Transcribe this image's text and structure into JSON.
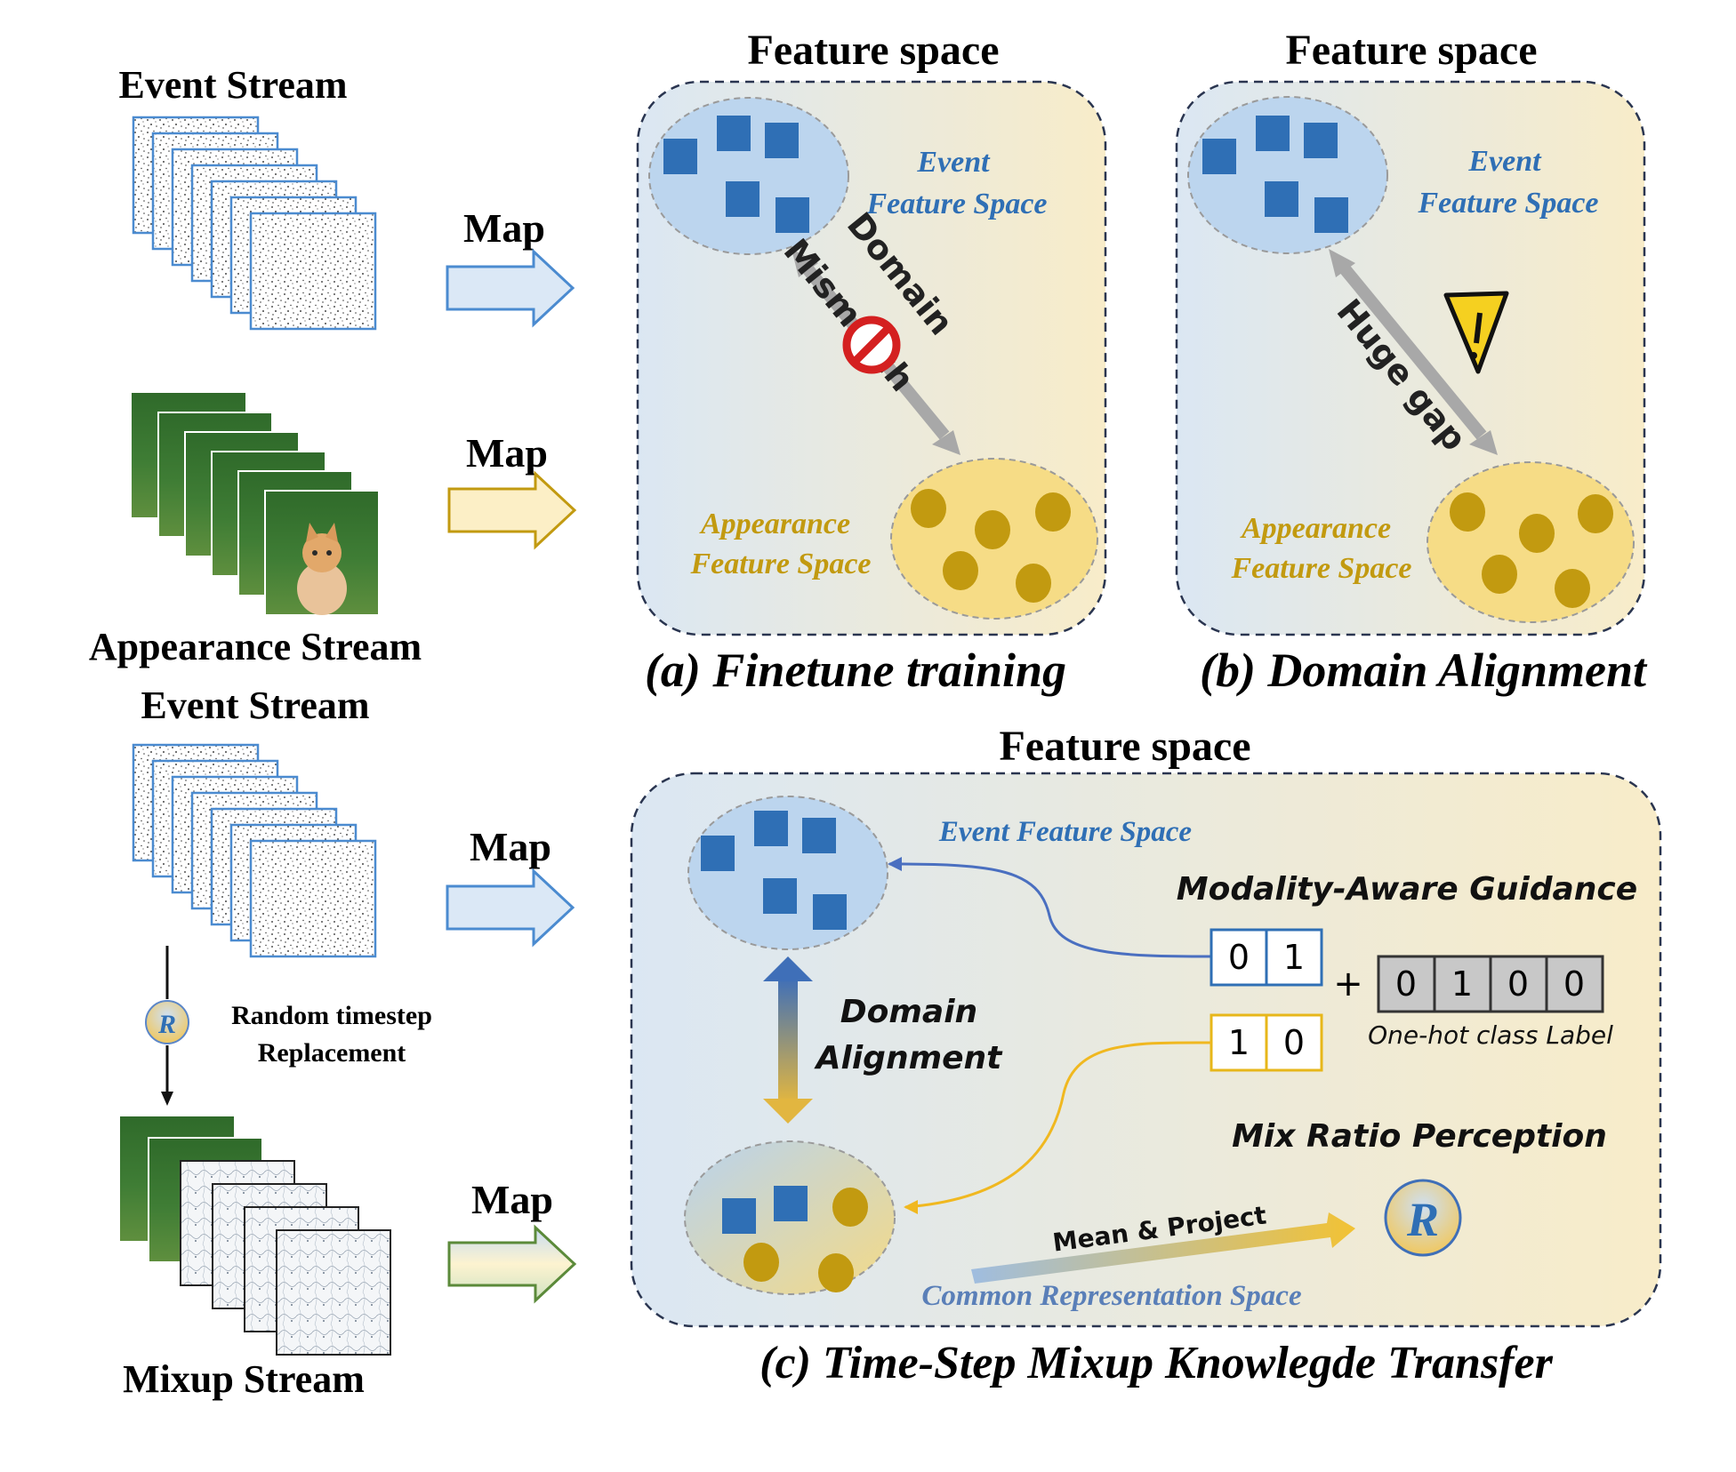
{
  "colors": {
    "event_blue": "#2f6fb5",
    "event_fill": "#bcd5ee",
    "appearance_gold": "#c29a10",
    "appearance_fill": "#f6dc86",
    "arrow_blue_fill": "#dbe8f6",
    "arrow_gold_fill": "#fcefc6",
    "arrow_green": "#5b8a3a",
    "panel_dash": "#2a3550",
    "label_yellow_border": "#e7b71a",
    "onehot_fill": "#c8c8c8",
    "warning_yellow": "#f5d020",
    "prohibit_red": "#d42020",
    "guide_blue_line": "#4a6fc0",
    "guide_gold_line": "#f0b820"
  },
  "left_top": {
    "event_stream": "Event Stream",
    "appearance_stream": "Appearance Stream",
    "map_1": "Map",
    "map_2": "Map"
  },
  "panel_a": {
    "header": "Feature space",
    "event_label_line1": "Event",
    "event_label_line2": "Feature Space",
    "appearance_label_line1": "Appearance",
    "appearance_label_line2": "Feature Space",
    "arrow_text_1": "Domain",
    "arrow_text_2": "Mismatch",
    "caption": "(a) Finetune training",
    "icon": "prohibited-icon"
  },
  "panel_b": {
    "header": "Feature space",
    "event_label_line1": "Event",
    "event_label_line2": "Feature Space",
    "appearance_label_line1": "Appearance",
    "appearance_label_line2": "Feature Space",
    "arrow_text": "Huge gap",
    "caption": "(b) Domain Alignment",
    "icon": "warning-icon"
  },
  "left_bottom": {
    "event_stream": "Event Stream",
    "random_line1": "Random timestep",
    "random_line2": "Replacement",
    "mixup_stream": "Mixup Stream",
    "map_3": "Map",
    "map_4": "Map",
    "r_symbol": "R"
  },
  "panel_c": {
    "header": "Feature space",
    "event_label": "Event Feature Space",
    "guidance_title": "Modality-Aware Guidance",
    "event_code": [
      "0",
      "1"
    ],
    "appearance_code": [
      "1",
      "0"
    ],
    "plus": "+",
    "onehot": [
      "0",
      "1",
      "0",
      "0"
    ],
    "onehot_label": "One-hot class Label",
    "domain_line1": "Domain",
    "domain_line2": "Alignment",
    "mix_ratio_title": "Mix Ratio Perception",
    "mean_project": "Mean & Project",
    "common_label": "Common Representation Space",
    "r_symbol": "R",
    "caption": "(c) Time-Step Mixup Knowlegde Transfer"
  }
}
